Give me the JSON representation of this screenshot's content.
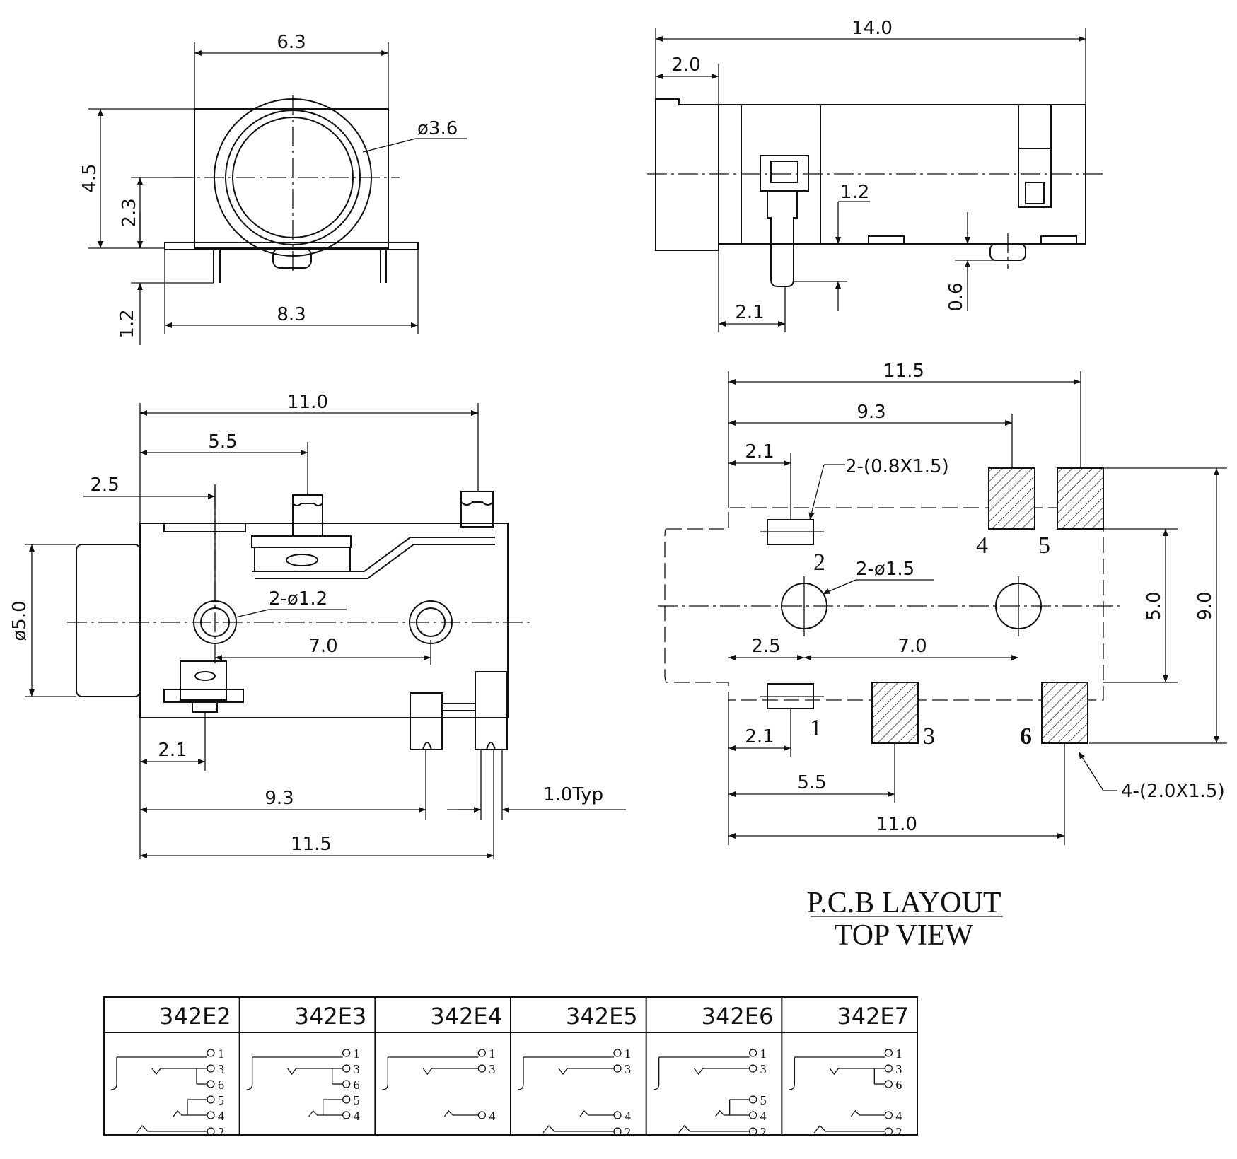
{
  "front_view": {
    "dim_width": "6.3",
    "dim_height": "4.5",
    "dim_center": "2.3",
    "dim_pin": "1.2",
    "dim_base": "8.3",
    "dim_bore": "ø3.6"
  },
  "side_view": {
    "dim_length": "14.0",
    "dim_nose": "2.0",
    "dim_lug": "1.2",
    "dim_lug_pos": "2.1",
    "dim_standoff": "0.6"
  },
  "bottom_view": {
    "dim_overall": "11.0",
    "dim_mid": "5.5",
    "dim_front": "2.5",
    "dim_holes": "2-ø1.2",
    "dim_hole_pitch": "7.0",
    "dim_pin1": "2.1",
    "dim_pin_far": "9.3",
    "dim_total": "11.5",
    "dim_pin_thick": "1.0Typ",
    "dim_diameter": "ø5.0"
  },
  "pcb_layout": {
    "dim_total": "11.5",
    "dim_pad45": "9.3",
    "dim_small_pad": "2.1",
    "label_small_pads": "2-(0.8X1.5)",
    "label_holes": "2-ø1.5",
    "dim_hole_offset": "2.5",
    "dim_hole_pitch": "7.0",
    "dim_inner": "5.0",
    "dim_outer": "9.0",
    "dim_pin1": "2.1",
    "dim_pin3": "5.5",
    "dim_pin6": "11.0",
    "label_large_pads": "4-(2.0X1.5)",
    "pin_labels": [
      "1",
      "2",
      "3",
      "4",
      "5",
      "6"
    ],
    "title": "P.C.B LAYOUT",
    "subtitle": "TOP VIEW"
  },
  "variant_table": {
    "models": [
      "342E2",
      "342E3",
      "342E4",
      "342E5",
      "342E6",
      "342E7"
    ],
    "pins": [
      [
        "1",
        "3",
        "6",
        "5",
        "4",
        "2"
      ],
      [
        "1",
        "3",
        "6",
        "5",
        "4"
      ],
      [
        "1",
        "3",
        "4"
      ],
      [
        "1",
        "3",
        "4",
        "2"
      ],
      [
        "1",
        "3",
        "5",
        "4",
        "2"
      ],
      [
        "1",
        "3",
        "6",
        "4",
        "2"
      ]
    ]
  }
}
